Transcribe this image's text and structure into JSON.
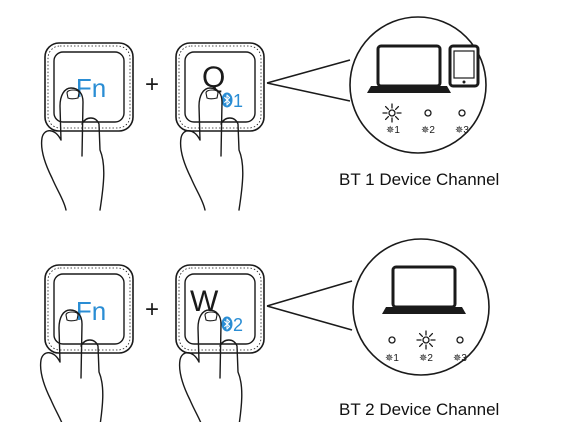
{
  "colors": {
    "line": "#1a1a1a",
    "key_blue": "#2a8dd4",
    "background": "#ffffff"
  },
  "steps": [
    {
      "fn_key_label": "Fn",
      "plus": "+",
      "key_letter": "Q",
      "key_channel_number": "1",
      "channel_labels": [
        "✵1",
        "✵2",
        "✵3"
      ],
      "active_channel": 1,
      "devices": [
        "laptop-icon",
        "tablet-icon"
      ],
      "caption": "BT 1 Device Channel"
    },
    {
      "fn_key_label": "Fn",
      "plus": "+",
      "key_letter": "W",
      "key_channel_number": "2",
      "channel_labels": [
        "✵1",
        "✵2",
        "✵3"
      ],
      "active_channel": 2,
      "devices": [
        "laptop-icon"
      ],
      "caption": "BT 2 Device Channel"
    }
  ]
}
